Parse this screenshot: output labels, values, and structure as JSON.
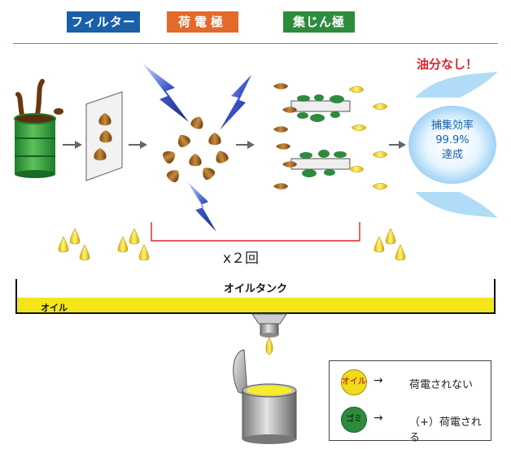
{
  "header": {
    "tags": [
      "フィルター",
      "荷電極",
      "集じん極"
    ]
  },
  "result": {
    "no_oil": "油分なし！",
    "efficiency_label": "捕集効率",
    "efficiency_value": "99.9%",
    "achieved": "達成"
  },
  "process": {
    "repeat_label": "x２回"
  },
  "tank": {
    "title": "オイルタンク",
    "oil_label": "オイル"
  },
  "legend": {
    "items": [
      {
        "marker": "オイル",
        "arrow": "→",
        "text": "荷電されない"
      },
      {
        "marker": "ゴミ",
        "arrow": "→",
        "text": "（+）荷電される"
      }
    ]
  },
  "colors": {
    "filter": "#1a5fa8",
    "charge": "#e36a2a",
    "collect": "#2f8b3c",
    "oil": "#f1db1a",
    "dust": "#2e8b3e",
    "no_oil_text": "#e0222f",
    "efficiency_text": "#1560b0"
  }
}
